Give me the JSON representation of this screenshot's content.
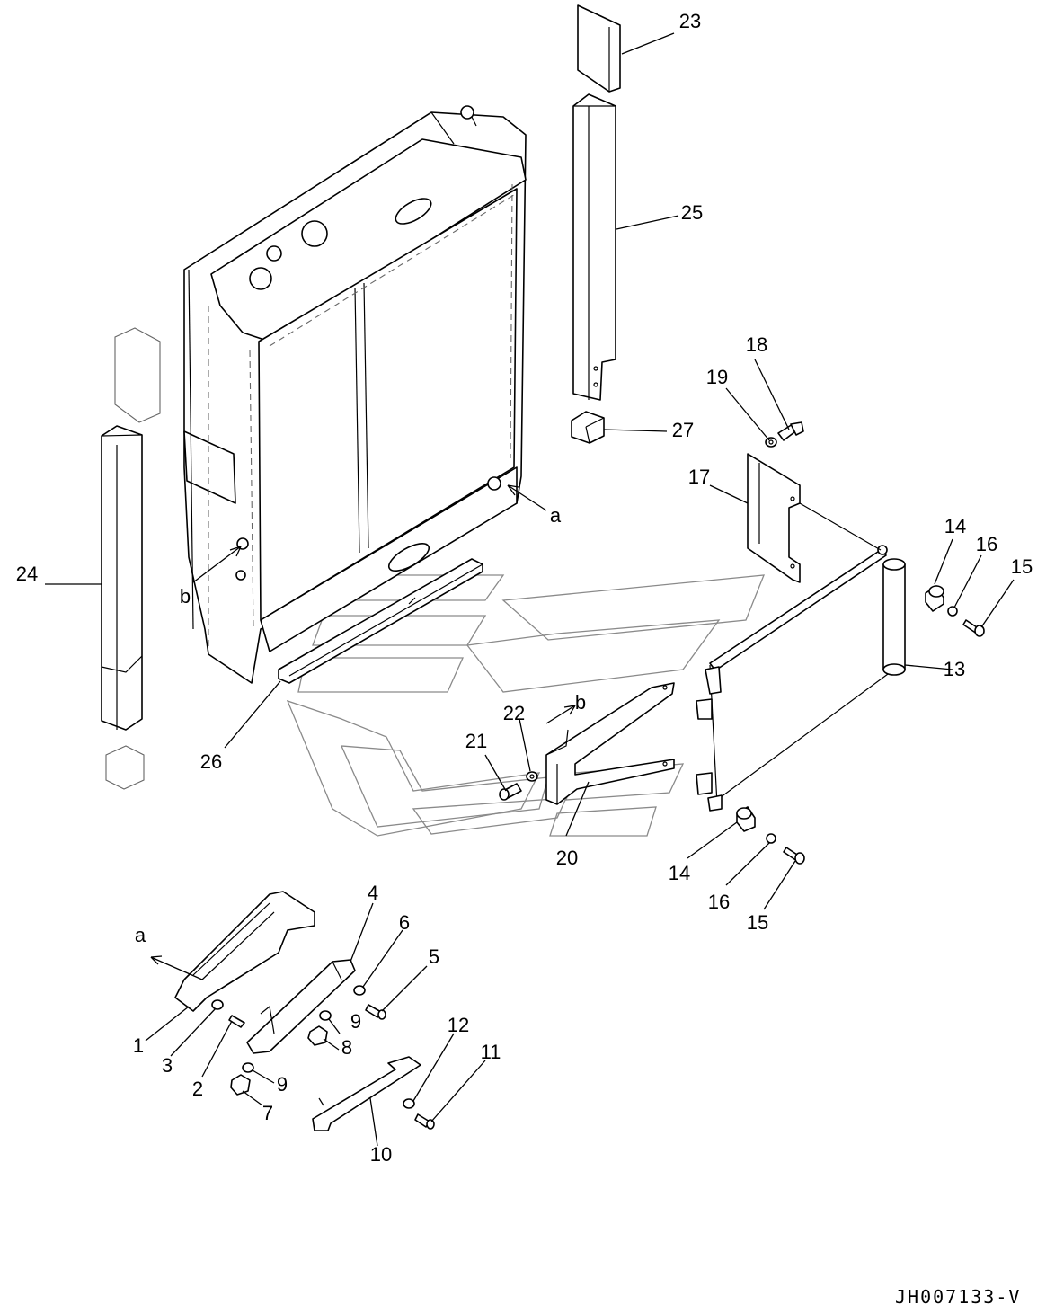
{
  "diagram": {
    "callouts": {
      "c1": "1",
      "c2": "2",
      "c3": "3",
      "c4": "4",
      "c5": "5",
      "c6": "6",
      "c7": "7",
      "c8": "8",
      "c9a": "9",
      "c9b": "9",
      "c10": "10",
      "c11": "11",
      "c12": "12",
      "c13": "13",
      "c14a": "14",
      "c14b": "14",
      "c15a": "15",
      "c15b": "15",
      "c16a": "16",
      "c16b": "16",
      "c17": "17",
      "c18": "18",
      "c19": "19",
      "c20": "20",
      "c21": "21",
      "c22": "22",
      "c23": "23",
      "c24": "24",
      "c25": "25",
      "c26": "26",
      "c27": "27",
      "ref_a1": "a",
      "ref_b1": "b",
      "ref_b2": "b",
      "ref_a2": "a"
    },
    "document_id": "JH007133-V"
  }
}
